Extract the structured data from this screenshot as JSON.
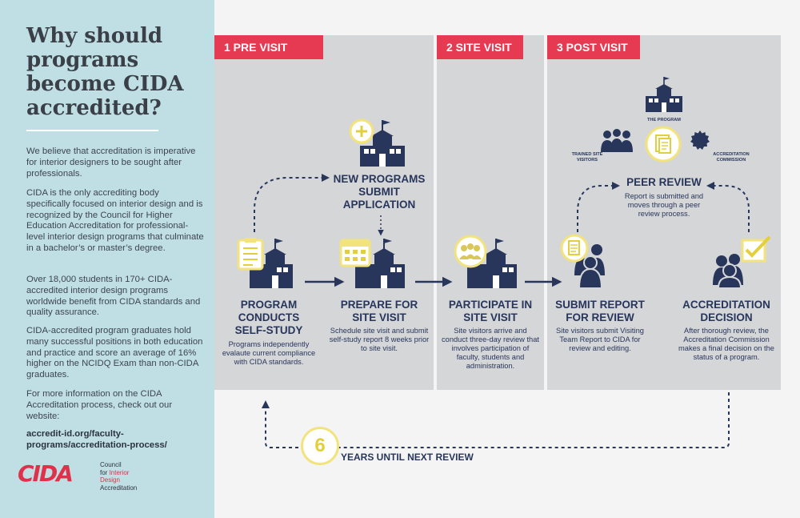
{
  "sidebar": {
    "title": "Why should programs become CIDA accredited?",
    "paragraphs": [
      "We believe that accreditation is imperative for interior designers to be sought after professionals.",
      "CIDA is the only accrediting body specifically focused on interior design and is recognized by the Council for Higher Education Accreditation for professional-level interior design programs that culminate in a bachelor’s or master’s degree.",
      "Over 18,000 students in 170+ CIDA-accredited interior design programs worldwide benefit from CIDA standards and quality assurance.",
      "CIDA-accredited program graduates hold many successful positions in both education and practice and score an average of 16% higher on the NCIDQ Exam than non-CIDA graduates.",
      "For more information on the CIDA Accreditation process, check out our website:"
    ],
    "link": "accredit-id.org/faculty-programs/accreditation-process/",
    "logo": {
      "mark": "CIDA",
      "line1": "Council",
      "line2_prefix": "for ",
      "line2_accent": "Interior",
      "line3": "Design",
      "line4": "Accreditation"
    }
  },
  "phases": [
    {
      "label": "1 PRE VISIT"
    },
    {
      "label": "2 SITE VISIT"
    },
    {
      "label": "3 POST VISIT"
    }
  ],
  "steps": {
    "new_programs": {
      "title": "NEW PROGRAMS SUBMIT APPLICATION"
    },
    "self_study": {
      "title": "PROGRAM CONDUCTS SELF-STUDY",
      "desc": "Programs independently evalaute current compliance with CIDA standards."
    },
    "prepare": {
      "title": "PREPARE FOR SITE VISIT",
      "desc": "Schedule site visit and submit self-study report 8 weeks prior to site visit."
    },
    "participate": {
      "title": "PARTICIPATE IN SITE VISIT",
      "desc": "Site visitors arrive and conduct three-day review that involves participation of faculty, students and administration."
    },
    "submit_report": {
      "title": "SUBMIT REPORT FOR REVIEW",
      "desc": "Site visitors submit Visiting Team Report to CIDA  for review and editing."
    },
    "decision": {
      "title": "ACCREDITATION DECISION",
      "desc": "After thorough review, the Accreditation Commission makes a final decision on the status of a program."
    },
    "peer_review": {
      "title": "PEER REVIEW",
      "desc": "Report is submitted and moves through a peer review process.",
      "label_program": "THE PROGRAM",
      "label_visitors": "TRAINED SITE VISITORS",
      "label_commission": "ACCREDITATION COMMISSION"
    }
  },
  "cycle": {
    "number": "6",
    "label": "YEARS UNTIL NEXT REVIEW"
  },
  "colors": {
    "navy": "#28365c",
    "red": "#e53a52",
    "yellow": "#f2e37c",
    "panel": "#d5d6d8",
    "sidebar": "#bfdfe4"
  }
}
